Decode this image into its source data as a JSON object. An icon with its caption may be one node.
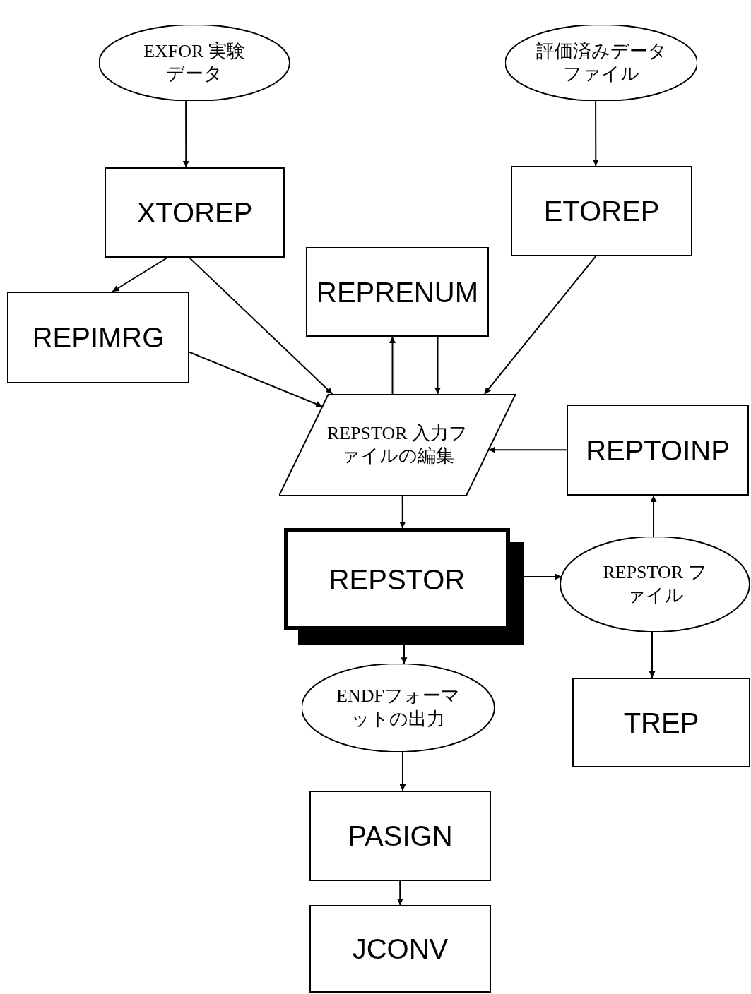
{
  "diagram": {
    "nodes": [
      {
        "text": [
          "EXFOR 実験データ"
        ]
      },
      {
        "text": [
          "評価済みデータファイル"
        ]
      },
      {
        "text": [
          "XTOREP"
        ]
      },
      {
        "text": [
          "ETOREP"
        ]
      },
      {
        "text": [
          "REPRENUM"
        ]
      },
      {
        "text": [
          "REPIMRG"
        ]
      },
      {
        "text": [
          "REPSTOR 入力ファイルの編集"
        ]
      },
      {
        "text": [
          "REPTOINP"
        ]
      },
      {
        "text": [
          "REPSTOR"
        ]
      },
      {
        "text": [
          "REPSTOR ファイル"
        ]
      },
      {
        "text": [
          "ENDFフォーマットの出力"
        ]
      },
      {
        "text": [
          "TREP"
        ]
      },
      {
        "text": [
          "PASIGN"
        ]
      },
      {
        "text": [
          "JCONV"
        ]
      }
    ],
    "edges": [
      {
        "from": 0,
        "to": 2,
        "arrow": "to"
      },
      {
        "from": 1,
        "to": 3,
        "arrow": "to"
      },
      {
        "from": 2,
        "to": 5,
        "arrow": "to"
      },
      {
        "from": 2,
        "to": 6,
        "arrow": "to"
      },
      {
        "from": 5,
        "to": 6,
        "arrow": "to"
      },
      {
        "from": 6,
        "to": 4,
        "arrow": "to"
      },
      {
        "from": 4,
        "to": 6,
        "arrow": "to"
      },
      {
        "from": 3,
        "to": 6,
        "arrow": "to"
      },
      {
        "from": 7,
        "to": 6,
        "arrow": "to"
      },
      {
        "from": 6,
        "to": 8,
        "arrow": "to"
      },
      {
        "from": 8,
        "to": 9,
        "arrow": "to"
      },
      {
        "from": 9,
        "to": 7,
        "arrow": "to"
      },
      {
        "from": 9,
        "to": 11,
        "arrow": "to"
      },
      {
        "from": 8,
        "to": 10,
        "arrow": "to"
      },
      {
        "from": 10,
        "to": 12,
        "arrow": "to"
      },
      {
        "from": 12,
        "to": 13,
        "arrow": "to"
      }
    ]
  }
}
